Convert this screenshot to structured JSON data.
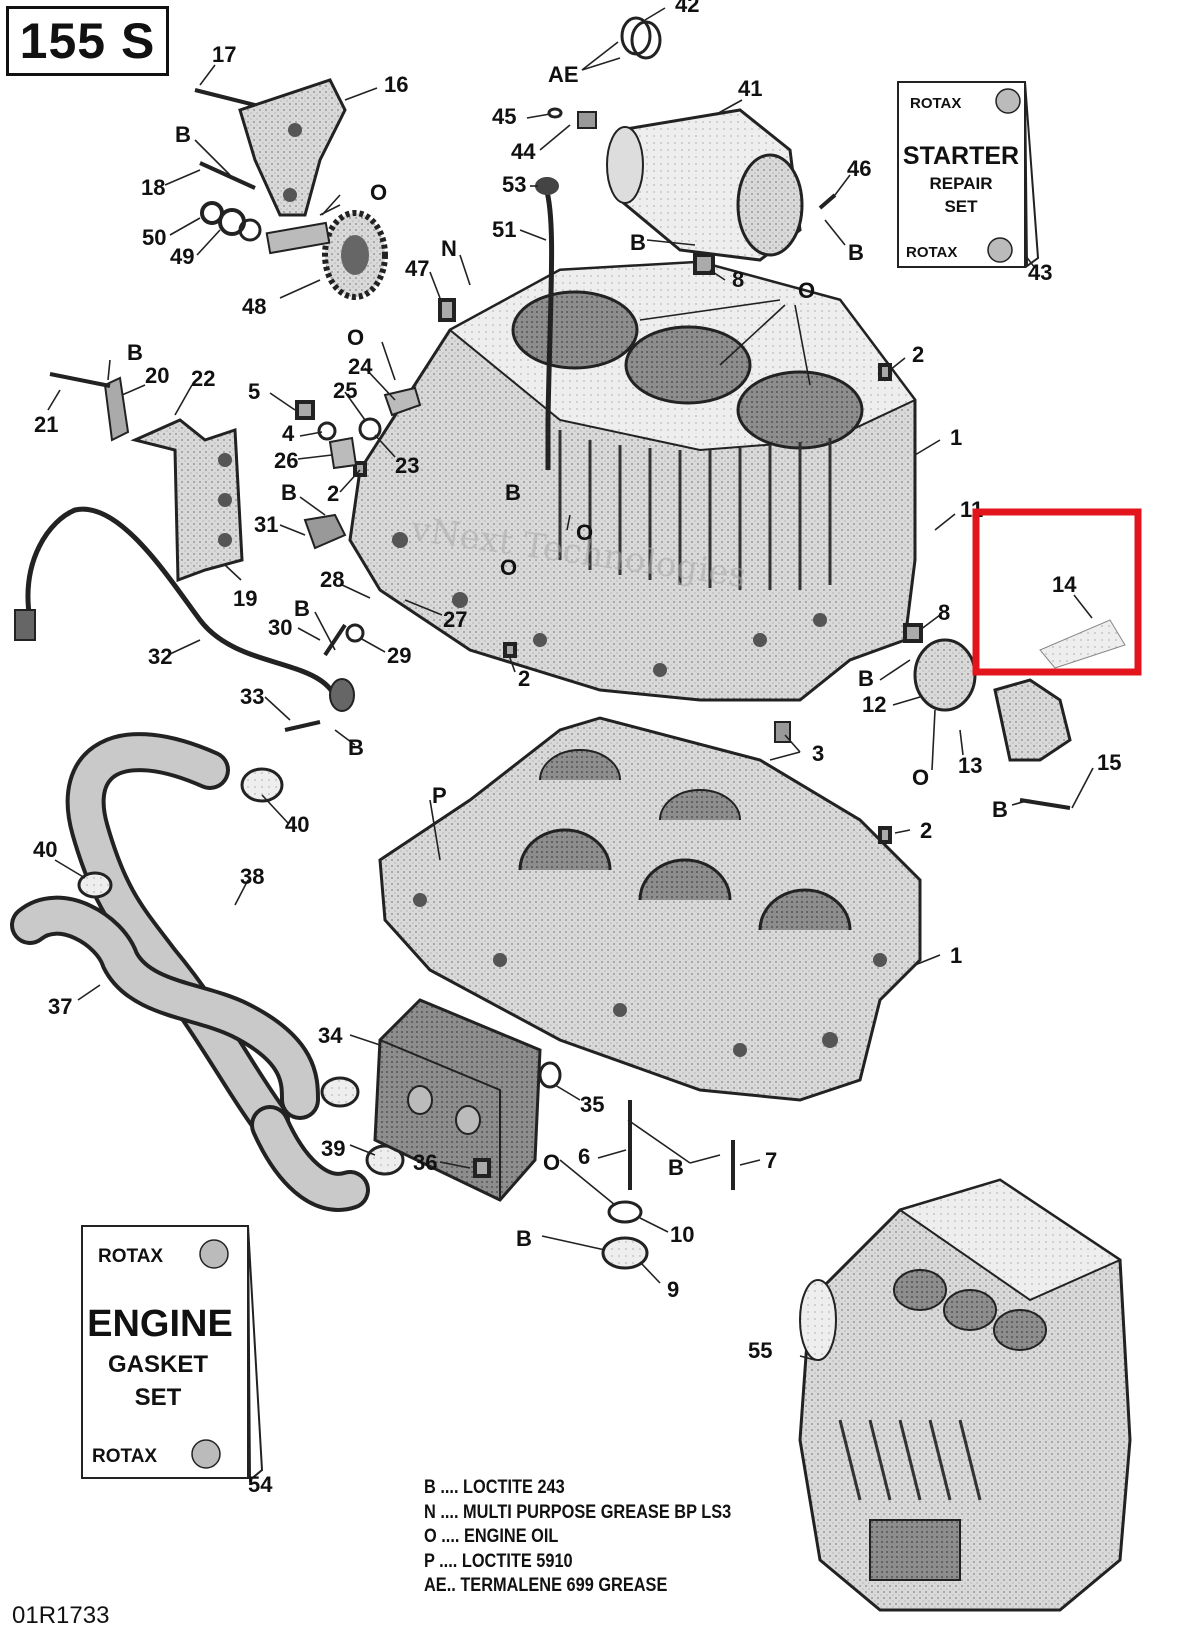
{
  "model_label": "155 S",
  "figure_id": "01R1733",
  "watermark": "vNext Technologies",
  "highlight": {
    "part": "14",
    "color": "#e3141b"
  },
  "callouts": [
    "1",
    "1",
    "2",
    "2",
    "2",
    "2",
    "3",
    "4",
    "5",
    "6",
    "7",
    "8",
    "8",
    "9",
    "10",
    "11",
    "12",
    "13",
    "14",
    "15",
    "16",
    "17",
    "18",
    "19",
    "20",
    "21",
    "22",
    "23",
    "24",
    "25",
    "26",
    "27",
    "28",
    "29",
    "30",
    "31",
    "32",
    "33",
    "34",
    "35",
    "36",
    "37",
    "38",
    "39",
    "40",
    "40",
    "41",
    "42",
    "43",
    "44",
    "45",
    "46",
    "47",
    "48",
    "49",
    "50",
    "51",
    "53",
    "54",
    "55"
  ],
  "lube_marks": [
    "AE",
    "B",
    "B",
    "B",
    "B",
    "B",
    "B",
    "B",
    "B",
    "B",
    "B",
    "B",
    "B",
    "N",
    "O",
    "O",
    "O",
    "O",
    "O",
    "O",
    "O",
    "P"
  ],
  "kits": {
    "starter": {
      "brand": "ROTAX",
      "line1": "STARTER",
      "line2": "REPAIR",
      "line3": "SET",
      "number": "43"
    },
    "engine": {
      "brand": "ROTAX",
      "line1": "ENGINE",
      "line2": "GASKET",
      "line3": "SET",
      "number": "54"
    }
  },
  "legend": [
    "B .... LOCTITE 243",
    "N .... MULTI PURPOSE GREASE BP LS3",
    "O .... ENGINE OIL",
    "P .... LOCTITE 5910",
    "AE.. TERMALENE 699 GREASE"
  ]
}
